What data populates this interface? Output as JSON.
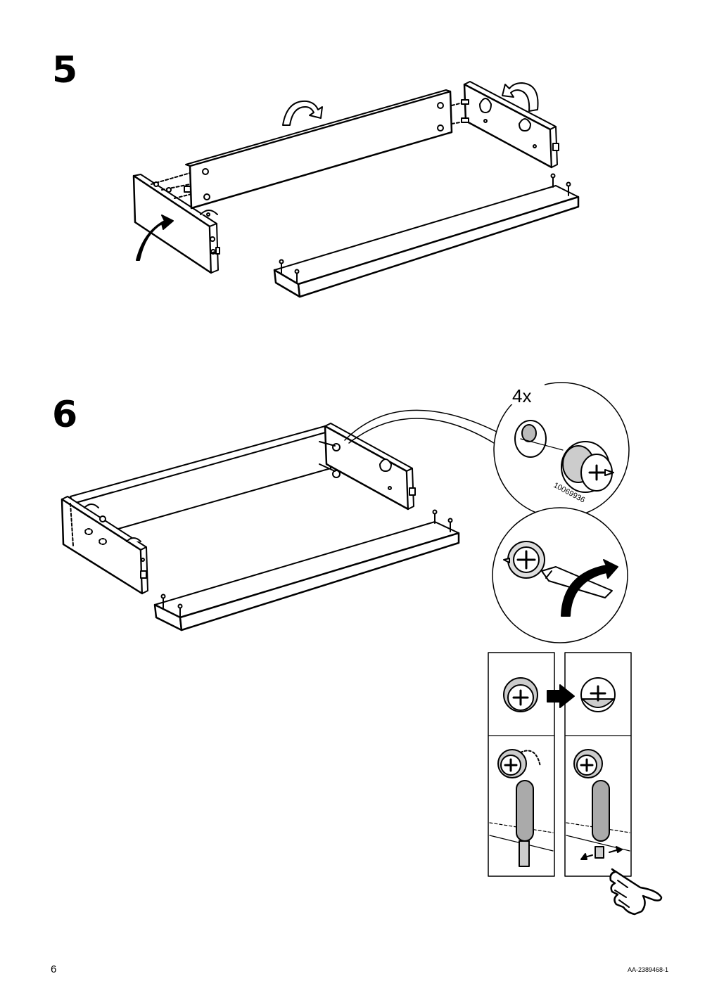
{
  "steps": [
    {
      "number": "5"
    },
    {
      "number": "6"
    }
  ],
  "detail": {
    "quantity": "4x",
    "part_number": "10069936"
  },
  "footer": {
    "page_number": "6",
    "document_code": "AA-2389468-1"
  },
  "icons": [
    "rotate-arrow-icon",
    "cam-lock-icon",
    "screwdriver-icon",
    "pointing-hand-icon",
    "right-arrow-icon"
  ]
}
